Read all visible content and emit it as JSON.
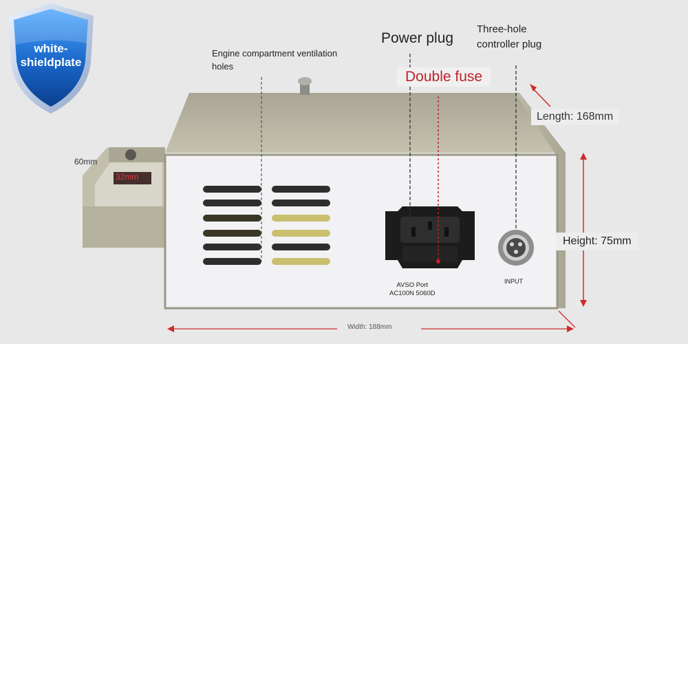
{
  "logo": {
    "line1": "white-",
    "line2": "shieldplate"
  },
  "annotations": {
    "ventilation_line1": "Engine compartment ventilation",
    "ventilation_line2": "holes",
    "power_plug": "Power plug",
    "controller_line1": "Three-hole",
    "controller_line2": "controller plug",
    "double_fuse": "Double fuse",
    "length": "Length: 168mm",
    "height": "Height: 75mm",
    "width": "Width: 188mm",
    "depth": "60mm",
    "slot": "32mm"
  },
  "device": {
    "port_line1": "AVSO Port",
    "port_line2": "AC100N 5060D",
    "input_label": "INPUT"
  },
  "colors": {
    "fuse_red": "#c0202a",
    "shield_blue": "#1a66c8",
    "casing": "#b9b6a4",
    "panel": "#f2f2f4"
  }
}
